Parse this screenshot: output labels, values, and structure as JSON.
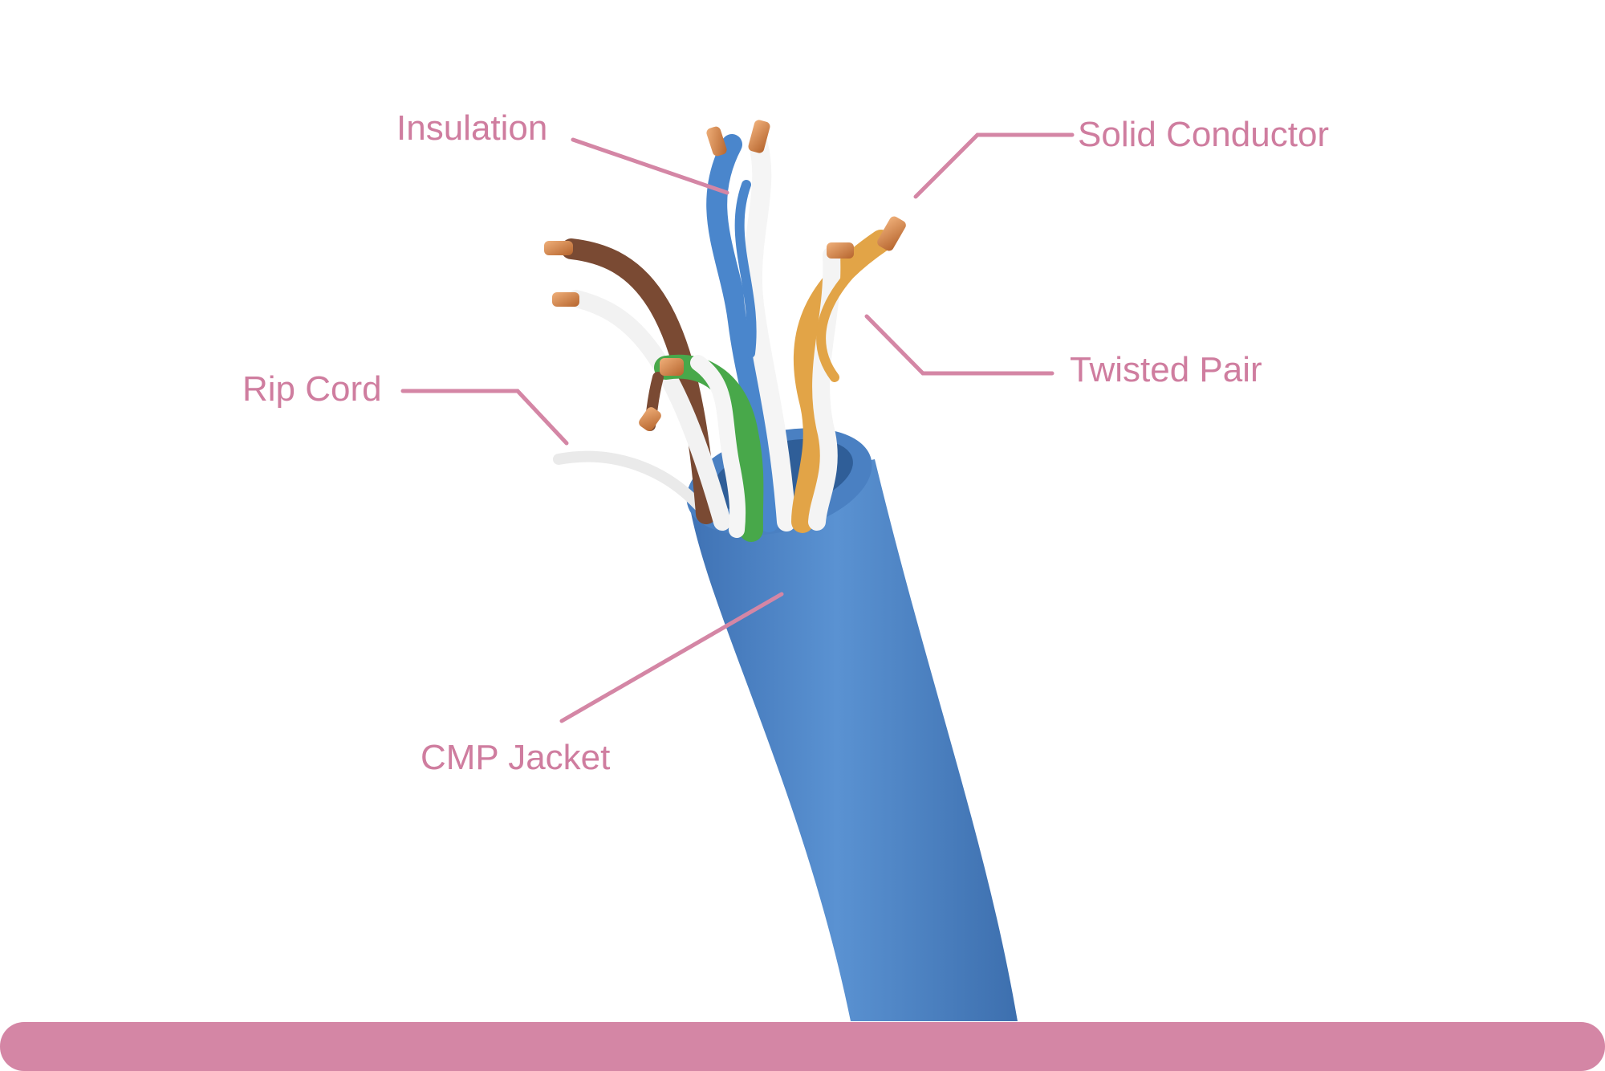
{
  "labels": {
    "insulation": "Insulation",
    "solid_conductor": "Solid Conductor",
    "twisted_pair": "Twisted Pair",
    "rip_cord": "Rip Cord",
    "cmp_jacket": "CMP Jacket"
  },
  "colors": {
    "label_text": "#cf7d9f",
    "leader_line": "#d486a5",
    "bottom_bar": "#d486a5",
    "jacket_blue": "#4f86c6",
    "copper": "#c9793f"
  },
  "wire_pairs": [
    "blue",
    "brown",
    "green",
    "orange"
  ]
}
